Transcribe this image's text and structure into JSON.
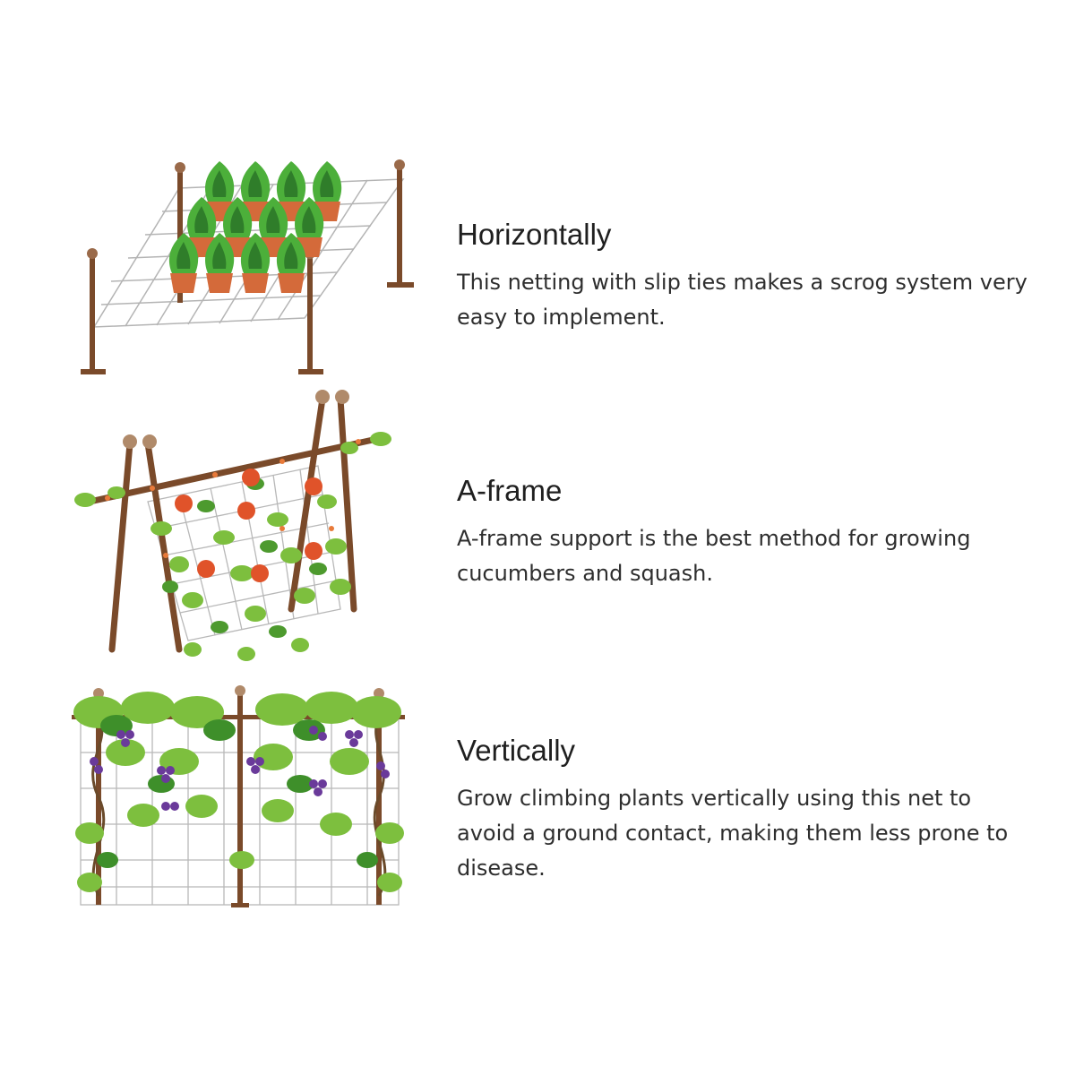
{
  "sections": [
    {
      "title": "Horizontally",
      "description": "This netting with slip ties makes a scrog system very easy to implement.",
      "illustration": "horizontal-trellis-icon"
    },
    {
      "title": "A-frame",
      "description": "A-frame support is the best method for growing cucumbers and squash.",
      "illustration": "a-frame-trellis-icon"
    },
    {
      "title": "Vertically",
      "description": "Grow climbing plants vertically using this net to avoid a ground contact, making them less prone to disease.",
      "illustration": "vertical-trellis-icon"
    }
  ],
  "colors": {
    "post": "#7a4a2a",
    "leaf": "#5fae2e",
    "leaf_dark": "#2f7d2a",
    "pot": "#d46a3a",
    "flower": "#e0532a",
    "grape": "#6a3a9a",
    "net": "#b0b0b0"
  }
}
